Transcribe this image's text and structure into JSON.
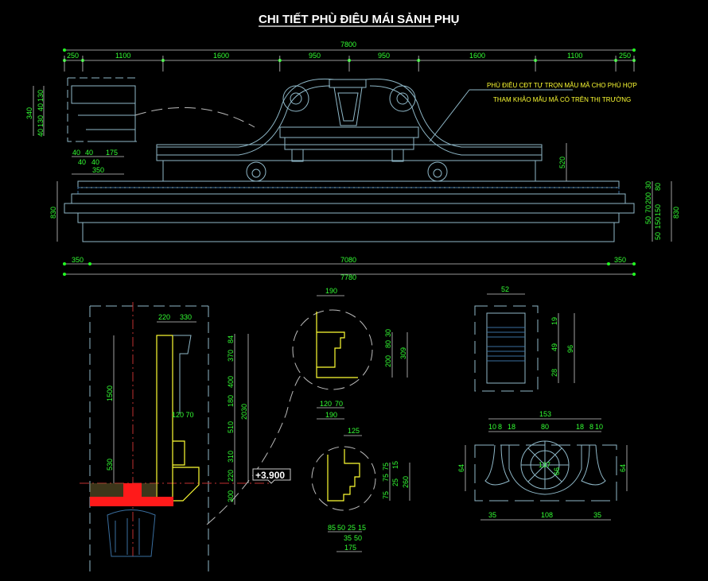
{
  "title": "CHI TIẾT PHÙ ĐIÊU MÁI SẢNH PHỤ",
  "note": {
    "line1": "PHÙ ĐIÊU CĐT TỰ TRỌN MẪU MÃ CHO PHÙ HỢP",
    "line2": "THAM KHẢO MẪU MÃ CÓ TRÊN THỊ TRƯỜNG"
  },
  "elevation_tag": "+3.900",
  "colors": {
    "background": "#000000",
    "dimension": "#33ff33",
    "outline": "#8fb8c8",
    "section": "#ffff33",
    "slab": "#ff0000"
  },
  "elevation": {
    "overall_top": "7800",
    "top_segments": [
      "250",
      "1100",
      "1600",
      "950",
      "950",
      "1600",
      "1100",
      "250"
    ],
    "bottom_segments": [
      "350",
      "7080",
      "350"
    ],
    "overall_bottom": "7780",
    "left_height": "830",
    "crest_height": "520",
    "right_segments": [
      "30",
      "80",
      "200",
      "70",
      "150",
      "50",
      "150",
      "50"
    ],
    "right_total": "830"
  },
  "cap_detail": {
    "vertical": [
      "130",
      "40",
      "130",
      "40"
    ],
    "vertical_total": "340",
    "horizontal": [
      "40",
      "40",
      "175",
      "40",
      "40"
    ],
    "horizontal_total": "350"
  },
  "section": {
    "top": [
      "220",
      "330"
    ],
    "left": [
      "1500",
      "530"
    ],
    "right": [
      "84",
      "370",
      "400",
      "180",
      "510",
      "310",
      "220",
      "300"
    ],
    "right_total": "2030",
    "inner": "120 70"
  },
  "detail_a": {
    "top": "190",
    "right": [
      "30",
      "80",
      "200"
    ],
    "right_total": "309",
    "bottom": [
      "120",
      "70"
    ],
    "bottom_total": "190"
  },
  "detail_b": {
    "top": "125",
    "right": [
      "75",
      "75",
      "25",
      "75",
      "15"
    ],
    "right_total": "260",
    "bottom": [
      "85",
      "50",
      "25",
      "15"
    ],
    "bottom2": [
      "35",
      "50"
    ],
    "bottom_total": "175"
  },
  "detail_c": {
    "top": "52",
    "right": [
      "19",
      "49",
      "28"
    ],
    "right_total": "96"
  },
  "detail_d": {
    "top_total": "153",
    "top": [
      "10",
      "8",
      "18",
      "80",
      "18",
      "8",
      "10"
    ],
    "left": "64",
    "right": "64",
    "bottom": [
      "35",
      "108",
      "35"
    ],
    "center_w": "137",
    "center_h": "66"
  }
}
